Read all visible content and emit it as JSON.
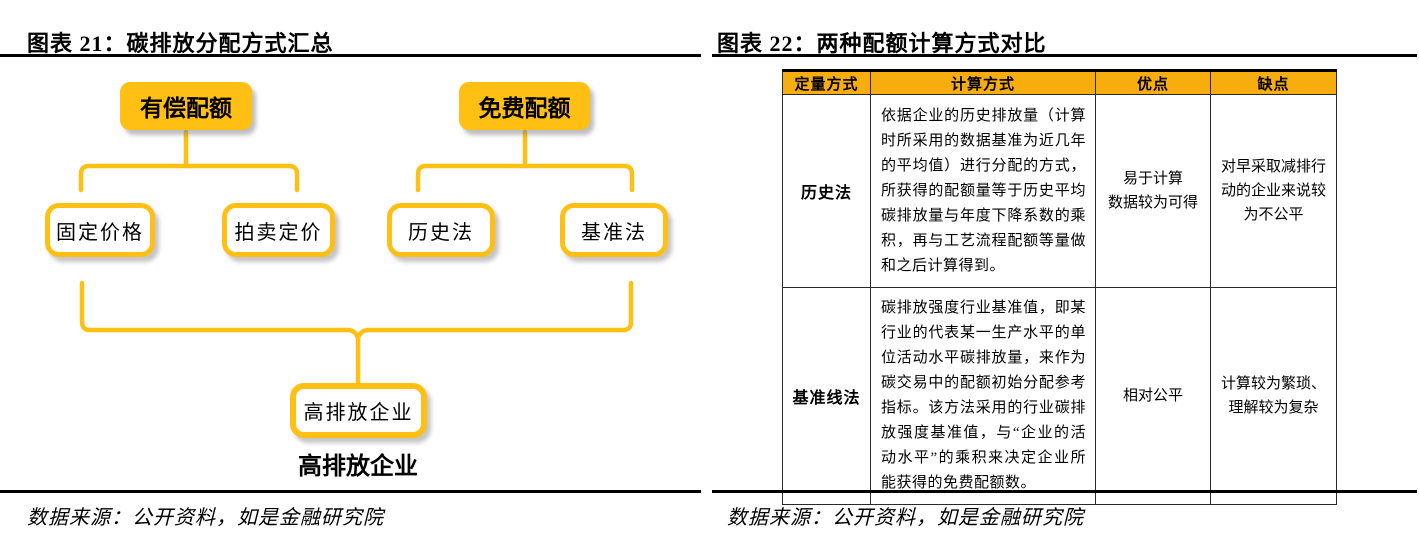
{
  "figure_left": {
    "title": "图表 21：碳排放分配方式汇总",
    "source": "数据来源：公开资料，如是金融研究院",
    "colors": {
      "accent_yellow": "#FFC013"
    },
    "diagram": {
      "parents": [
        {
          "label": "有偿配额"
        },
        {
          "label": "免费配额"
        }
      ],
      "children": [
        {
          "label": "固定价格"
        },
        {
          "label": "拍卖定价"
        },
        {
          "label": "历史法"
        },
        {
          "label": "基准法"
        }
      ],
      "final_box": "高排放企业",
      "final_caption": "高排放企业"
    }
  },
  "figure_right": {
    "title": "图表 22：两种配额计算方式对比",
    "source": "数据来源：公开资料，如是金融研究院",
    "colors": {
      "header_background": "#F7AD0E"
    },
    "table": {
      "headers": [
        "定量方式",
        "计算方式",
        "优点",
        "缺点"
      ],
      "rows": [
        {
          "method": "历史法",
          "calculation": "依据企业的历史排放量（计算时所采用的数据基准为近几年的平均值）进行分配的方式，所获得的配额量等于历史平均碳排放量与年度下降系数的乘积，再与工艺流程配额等量做和之后计算得到。",
          "pros": "易于计算\n数据较为可得",
          "cons": "对早采取减排行动的企业来说较为不公平"
        },
        {
          "method": "基准线法",
          "calculation": "碳排放强度行业基准值，即某行业的代表某一生产水平的单位活动水平碳排放量，来作为碳交易中的配额初始分配参考指标。该方法采用的行业碳排放强度基准值，与“企业的活动水平”的乘积来决定企业所能获得的免费配额数。",
          "pros": "相对公平",
          "cons": "计算较为繁琐、理解较为复杂"
        }
      ]
    }
  }
}
